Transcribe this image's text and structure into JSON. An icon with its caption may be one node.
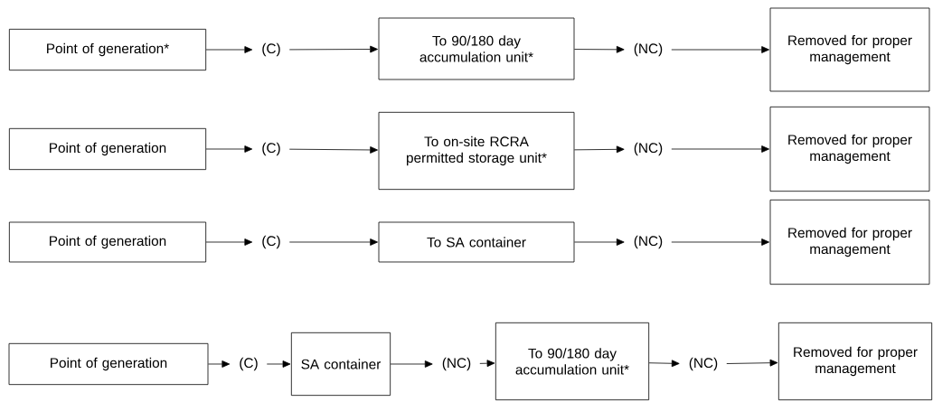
{
  "diagram": {
    "nodes": [
      {
        "text": [
          "Point of generation*"
        ]
      },
      {
        "text": [
          "(C)"
        ]
      },
      {
        "text": [
          "To 90/180 day accumulation unit*"
        ]
      },
      {
        "text": [
          "(NC)"
        ]
      },
      {
        "text": [
          "Removed for proper management"
        ]
      },
      {
        "text": [
          "Point of generation"
        ]
      },
      {
        "text": [
          "(C)"
        ]
      },
      {
        "text": [
          "To on-site RCRA permitted storage unit*"
        ]
      },
      {
        "text": [
          "(NC)"
        ]
      },
      {
        "text": [
          "Removed for proper management"
        ]
      },
      {
        "text": [
          "Point of generation"
        ]
      },
      {
        "text": [
          "(C)"
        ]
      },
      {
        "text": [
          "To SA container"
        ]
      },
      {
        "text": [
          "(NC)"
        ]
      },
      {
        "text": [
          "Removed for proper management"
        ]
      },
      {
        "text": [
          "Point of generation"
        ]
      },
      {
        "text": [
          "(C)"
        ]
      },
      {
        "text": [
          "SA container"
        ]
      },
      {
        "text": [
          "(NC)"
        ]
      },
      {
        "text": [
          "To 90/180 day accumulation unit*"
        ]
      },
      {
        "text": [
          "(NC)"
        ]
      },
      {
        "text": [
          "Removed for proper management"
        ]
      }
    ],
    "edges": [
      {
        "from": 0,
        "to": 1,
        "arrow": "to"
      },
      {
        "from": 1,
        "to": 2,
        "arrow": "to"
      },
      {
        "from": 2,
        "to": 3,
        "arrow": "to"
      },
      {
        "from": 3,
        "to": 4,
        "arrow": "to"
      },
      {
        "from": 5,
        "to": 6,
        "arrow": "to"
      },
      {
        "from": 6,
        "to": 7,
        "arrow": "to"
      },
      {
        "from": 7,
        "to": 8,
        "arrow": "to"
      },
      {
        "from": 8,
        "to": 9,
        "arrow": "to"
      },
      {
        "from": 10,
        "to": 11,
        "arrow": "to"
      },
      {
        "from": 11,
        "to": 12,
        "arrow": "to"
      },
      {
        "from": 12,
        "to": 13,
        "arrow": "to"
      },
      {
        "from": 13,
        "to": 14,
        "arrow": "to"
      },
      {
        "from": 15,
        "to": 16,
        "arrow": "to"
      },
      {
        "from": 16,
        "to": 17,
        "arrow": "to"
      },
      {
        "from": 17,
        "to": 18,
        "arrow": "to"
      },
      {
        "from": 18,
        "to": 19,
        "arrow": "to"
      },
      {
        "from": 19,
        "to": 20,
        "arrow": "to"
      },
      {
        "from": 20,
        "to": 21,
        "arrow": "to"
      }
    ]
  }
}
